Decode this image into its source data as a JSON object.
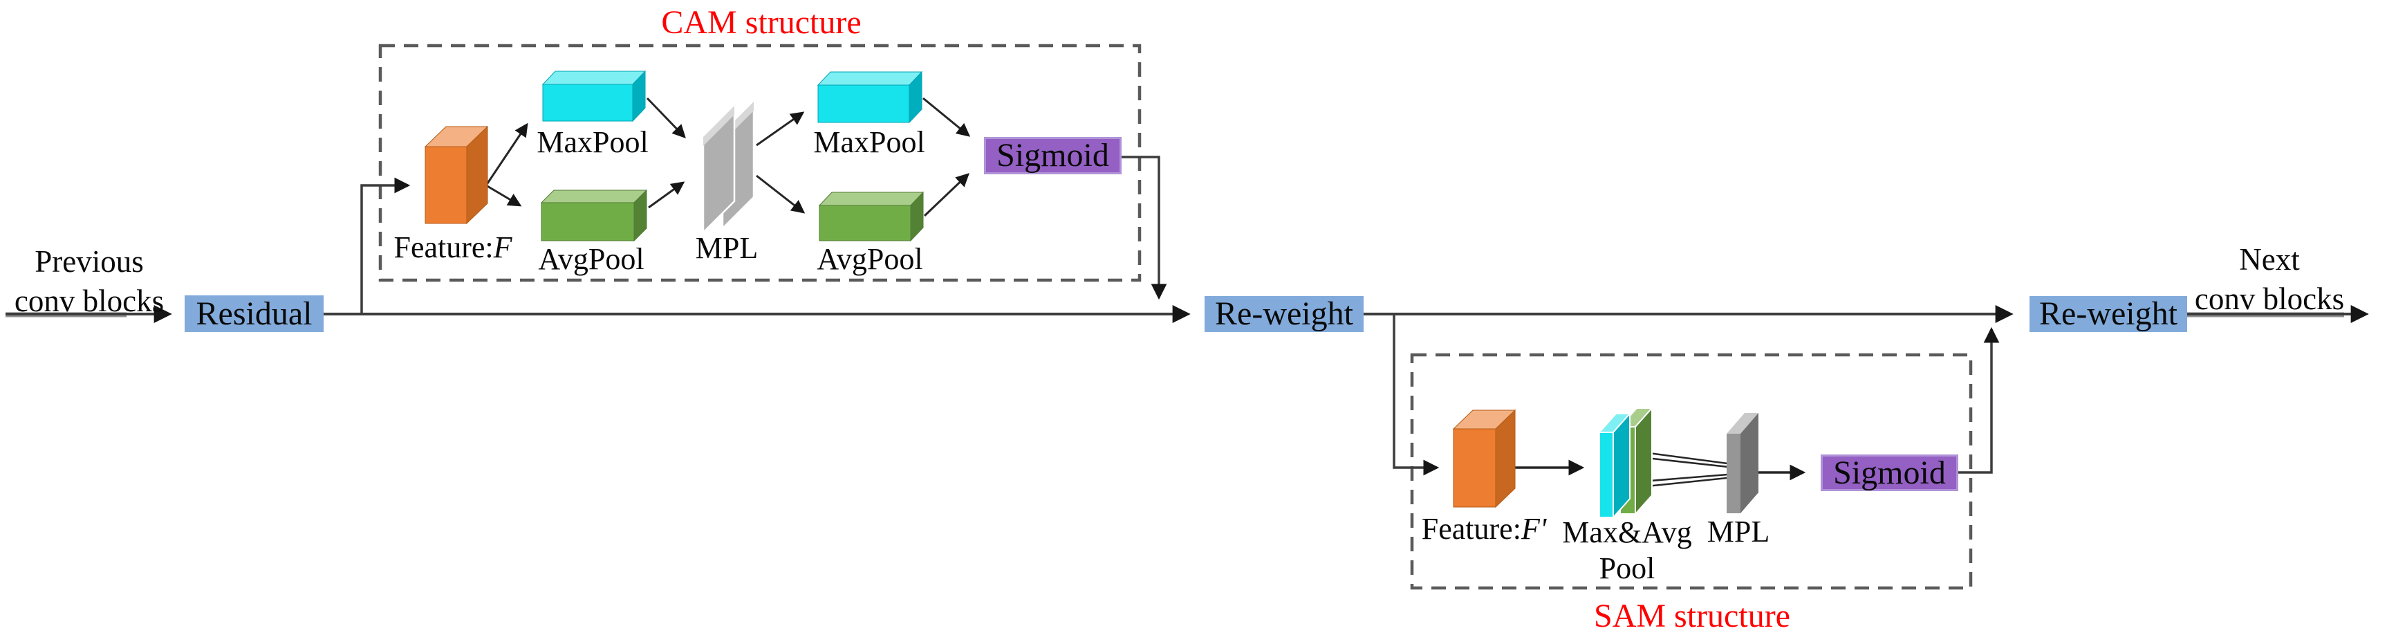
{
  "diagram": {
    "title_cam": "CAM structure",
    "title_sam": "SAM structure",
    "io": {
      "previous_line1": "Previous",
      "previous_line2": "conv blocks",
      "next_line1": "Next",
      "next_line2": "conv blocks"
    },
    "nodes": {
      "residual": "Residual",
      "reweight": "Re-weight",
      "sigmoid": "Sigmoid",
      "maxpool": "MaxPool",
      "avgpool": "AvgPool",
      "mpl": "MPL",
      "feature_prefix": "Feature:",
      "feature_cam_symbol": "F",
      "feature_sam_symbol": "F'",
      "maxavg_line1": "Max&Avg",
      "maxavg_line2": "Pool"
    },
    "colors": {
      "node_blue": "#82ABDC",
      "sigmoid_purple": "#9460C4",
      "sigmoid_border": "#B093D8",
      "feature_orange_front": "#ED7D31",
      "feature_orange_top": "#F4B183",
      "feature_orange_side": "#C86820",
      "pool_cyan_front": "#17E3EC",
      "pool_cyan_top": "#7EEFF2",
      "pool_cyan_side": "#00AEBD",
      "pool_green_front": "#70AD47",
      "pool_green_top": "#A9CD8A",
      "pool_green_side": "#548235",
      "mlp_gray": "#AFAFAF",
      "title_red": "#FF0000",
      "line_dark": "#3C3C3C",
      "dashed_border": "#5A5A5A"
    }
  }
}
